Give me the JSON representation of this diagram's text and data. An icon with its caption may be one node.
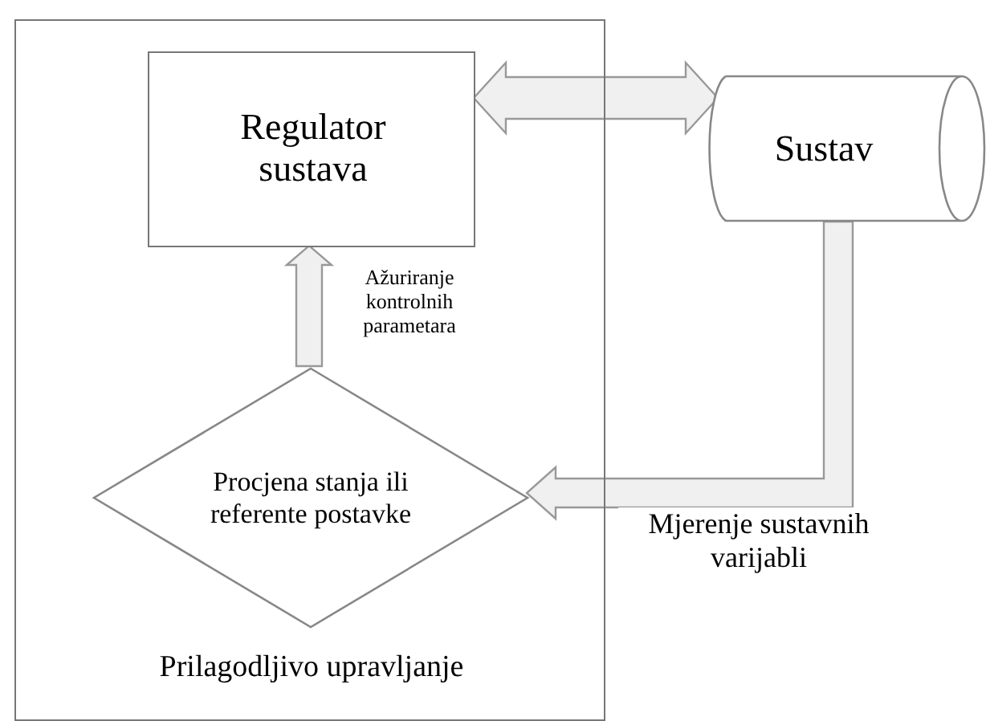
{
  "diagram": {
    "nodes": [
      {
        "text": [
          "Prilagodljivo upravljanje"
        ]
      },
      {
        "text": [
          "Regulator sustava"
        ],
        "in": 0
      },
      {
        "text": [
          "Procjena stanja ili referente postavke"
        ],
        "in": 0
      },
      {
        "text": [
          "Sustav"
        ]
      }
    ],
    "edges": [
      {
        "from": 1,
        "to": 3,
        "arrow": "both"
      },
      {
        "from": 2,
        "to": 1,
        "arrow": "to",
        "label": "Ažuriranje kontrolnih parametara"
      },
      {
        "from": 3,
        "to": 2,
        "arrow": "to",
        "label": "Mjerenje sustavnih varijabli"
      }
    ]
  }
}
